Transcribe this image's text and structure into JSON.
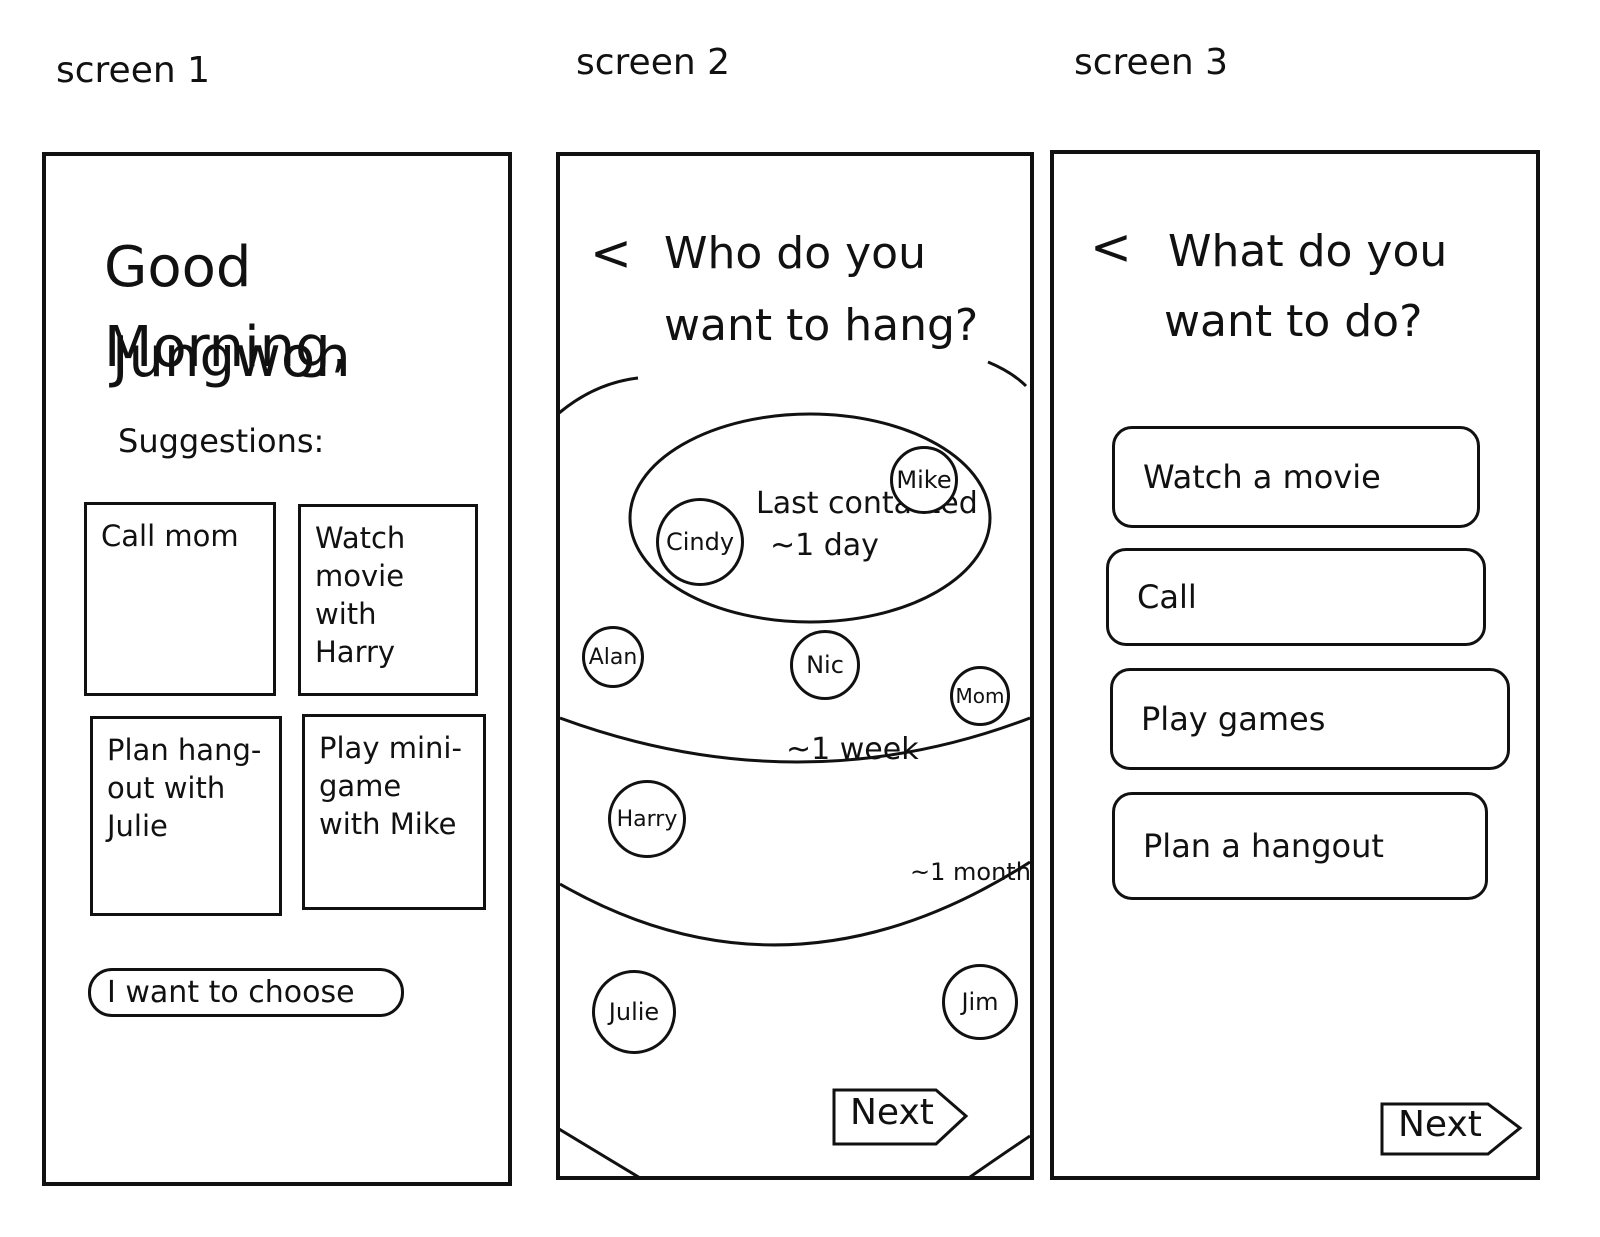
{
  "labels": {
    "screen1": "screen 1",
    "screen2": "screen 2",
    "screen3": "screen 3"
  },
  "screen1": {
    "greeting_line1": "Good Morning,",
    "greeting_line2": "Jungwon",
    "suggestions_label": "Suggestions:",
    "cards": [
      "Call mom",
      "Watch movie with Harry",
      "Plan hang-out with Julie",
      "Play mini-game with Mike"
    ],
    "choose_button": "I want to choose"
  },
  "screen2": {
    "back": "<",
    "title_line1": "Who do you",
    "title_line2": "want to hang?",
    "inner_label_line1": "Last contacted",
    "inner_label_line2": "~1 day",
    "week_label": "~1 week",
    "month_label": "~1 month",
    "friends": {
      "mike": "Mike",
      "cindy": "Cindy",
      "alan": "Alan",
      "nic": "Nic",
      "mom": "Mom",
      "harry": "Harry",
      "julie": "Julie",
      "jim": "Jim"
    },
    "next": "Next"
  },
  "screen3": {
    "back": "<",
    "title_line1": "What do you",
    "title_line2": "want to do?",
    "options": [
      "Watch a movie",
      "Call",
      "Play games",
      "Plan a hangout"
    ],
    "next": "Next"
  }
}
